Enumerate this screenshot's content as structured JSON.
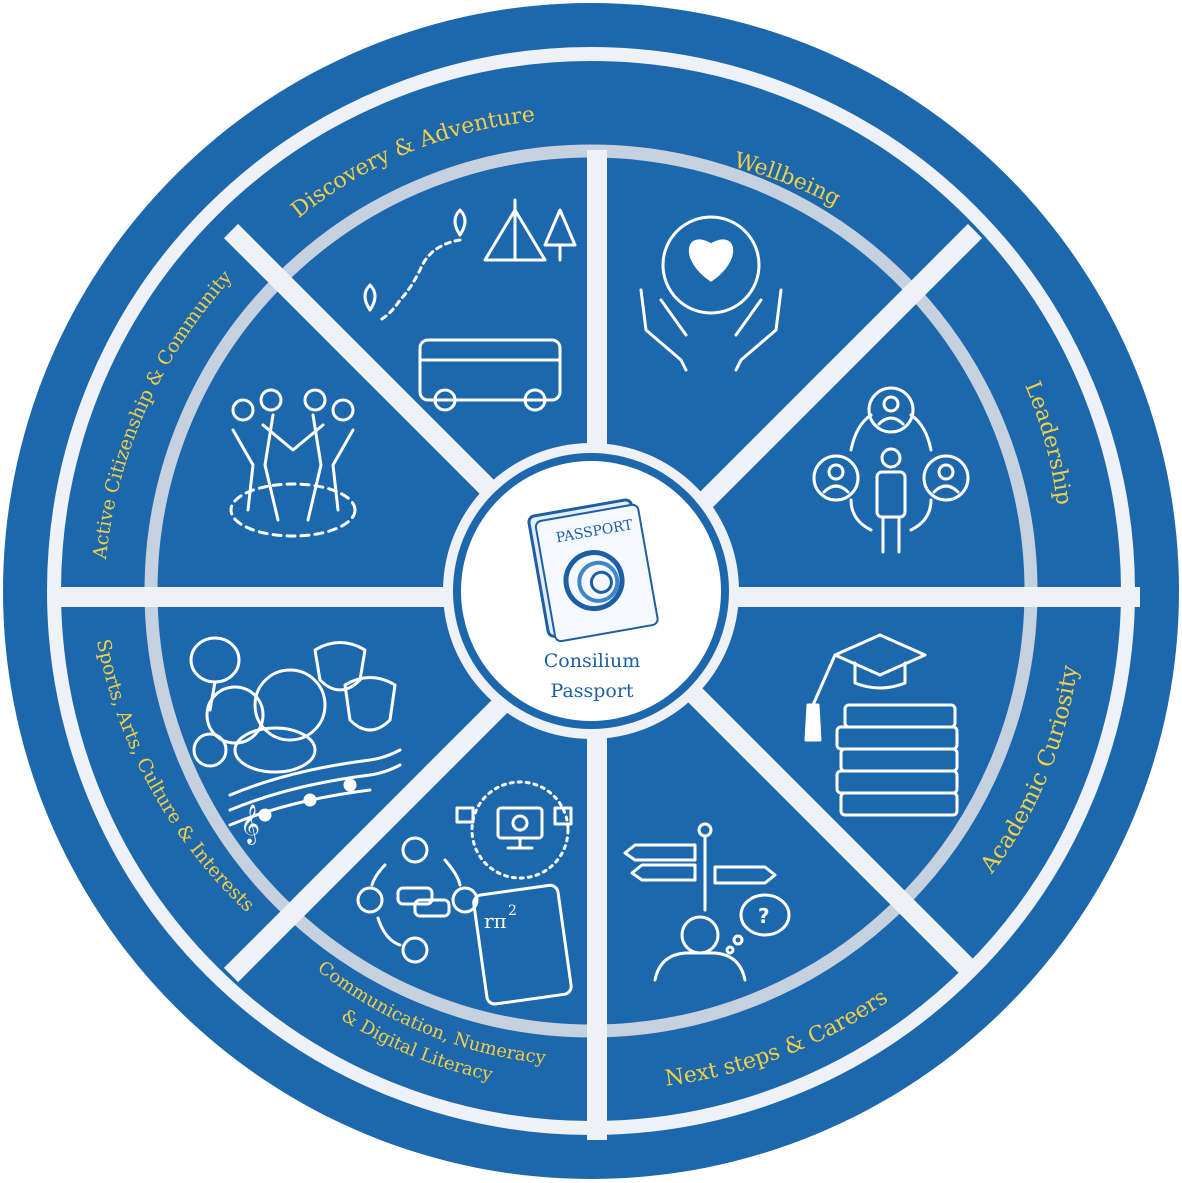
{
  "colors": {
    "outer_ring": "#1d67ad",
    "segment": "#1d67ad",
    "divider": "#eef1f5",
    "inner_band": "#c5d1df",
    "label": "#f2cf45",
    "center_text": "#1d5fa5"
  },
  "center": {
    "logo_icon": "passport-icon",
    "passport_word": "PASSPORT",
    "line1": "Consilium",
    "line2": "Passport"
  },
  "segments": [
    {
      "label": "Wellbeing",
      "icon": "heart-in-hands-icon"
    },
    {
      "label": "Leadership",
      "icon": "people-network-icon"
    },
    {
      "label": "Academic Curiosity",
      "icon": "graduation-books-icon"
    },
    {
      "label": "Next steps & Careers",
      "icon": "signpost-thinking-icon"
    },
    {
      "label_lines": [
        "Communication, Numeracy",
        "& Digital Literacy"
      ],
      "icon": "communication-calculator-icon"
    },
    {
      "label": "Sports, Arts, Culture & Interests",
      "icon": "sports-theatre-music-icon"
    },
    {
      "label": "Active Citizenship & Community",
      "icon": "community-group-icon"
    },
    {
      "label": "Discovery & Adventure",
      "icon": "adventure-bus-tent-icon"
    }
  ]
}
